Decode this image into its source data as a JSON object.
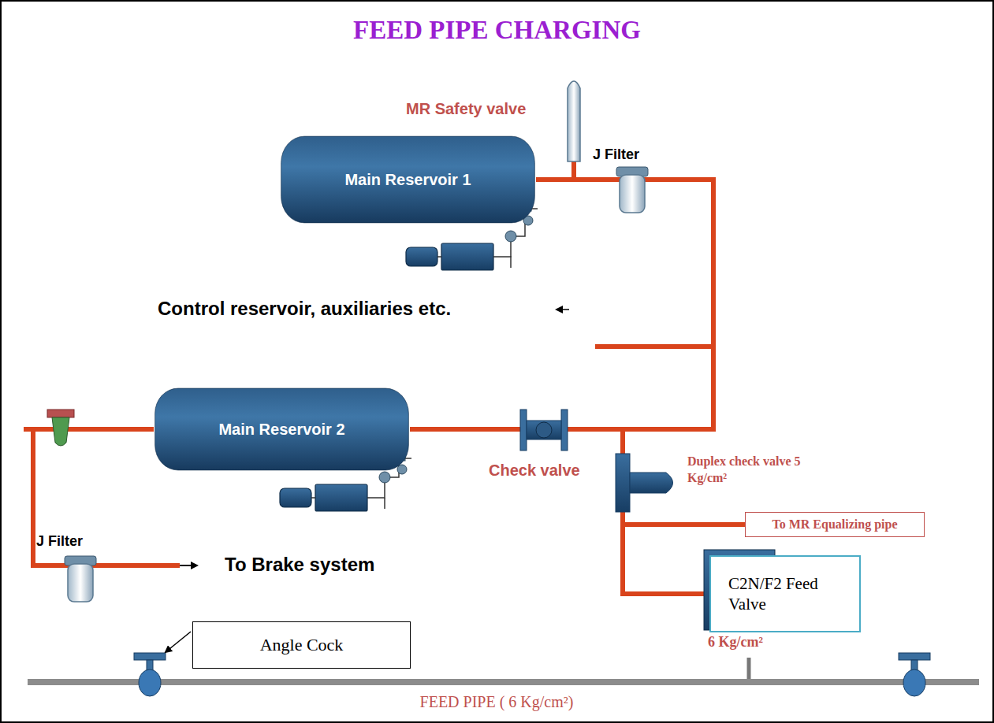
{
  "diagram": {
    "title": "FEED PIPE CHARGING",
    "nodes": [
      {
        "text": [
          "Main Reservoir 1"
        ]
      },
      {
        "text": [
          "Main Reservoir 2"
        ]
      },
      {
        "text": [
          "To MR Equalizing pipe"
        ]
      },
      {
        "text": [
          "C2N/F2 Feed Valve"
        ]
      },
      {
        "text": [
          "Angle Cock"
        ]
      }
    ],
    "edges": [
      {
        "from": 0,
        "to": 1,
        "arrow": "none"
      },
      {
        "from": 0,
        "to": 2,
        "arrow": "none"
      },
      {
        "from": 0,
        "to": 3,
        "arrow": "none"
      }
    ],
    "labels": [
      "MR Safety valve",
      "J Filter",
      "Control reservoir, auxiliaries etc.",
      "Check valve",
      "Duplex check valve 5 Kg/cm²",
      "J Filter",
      "To Brake system",
      "6 Kg/cm²",
      "FEED PIPE ( 6 Kg/cm²)"
    ]
  }
}
